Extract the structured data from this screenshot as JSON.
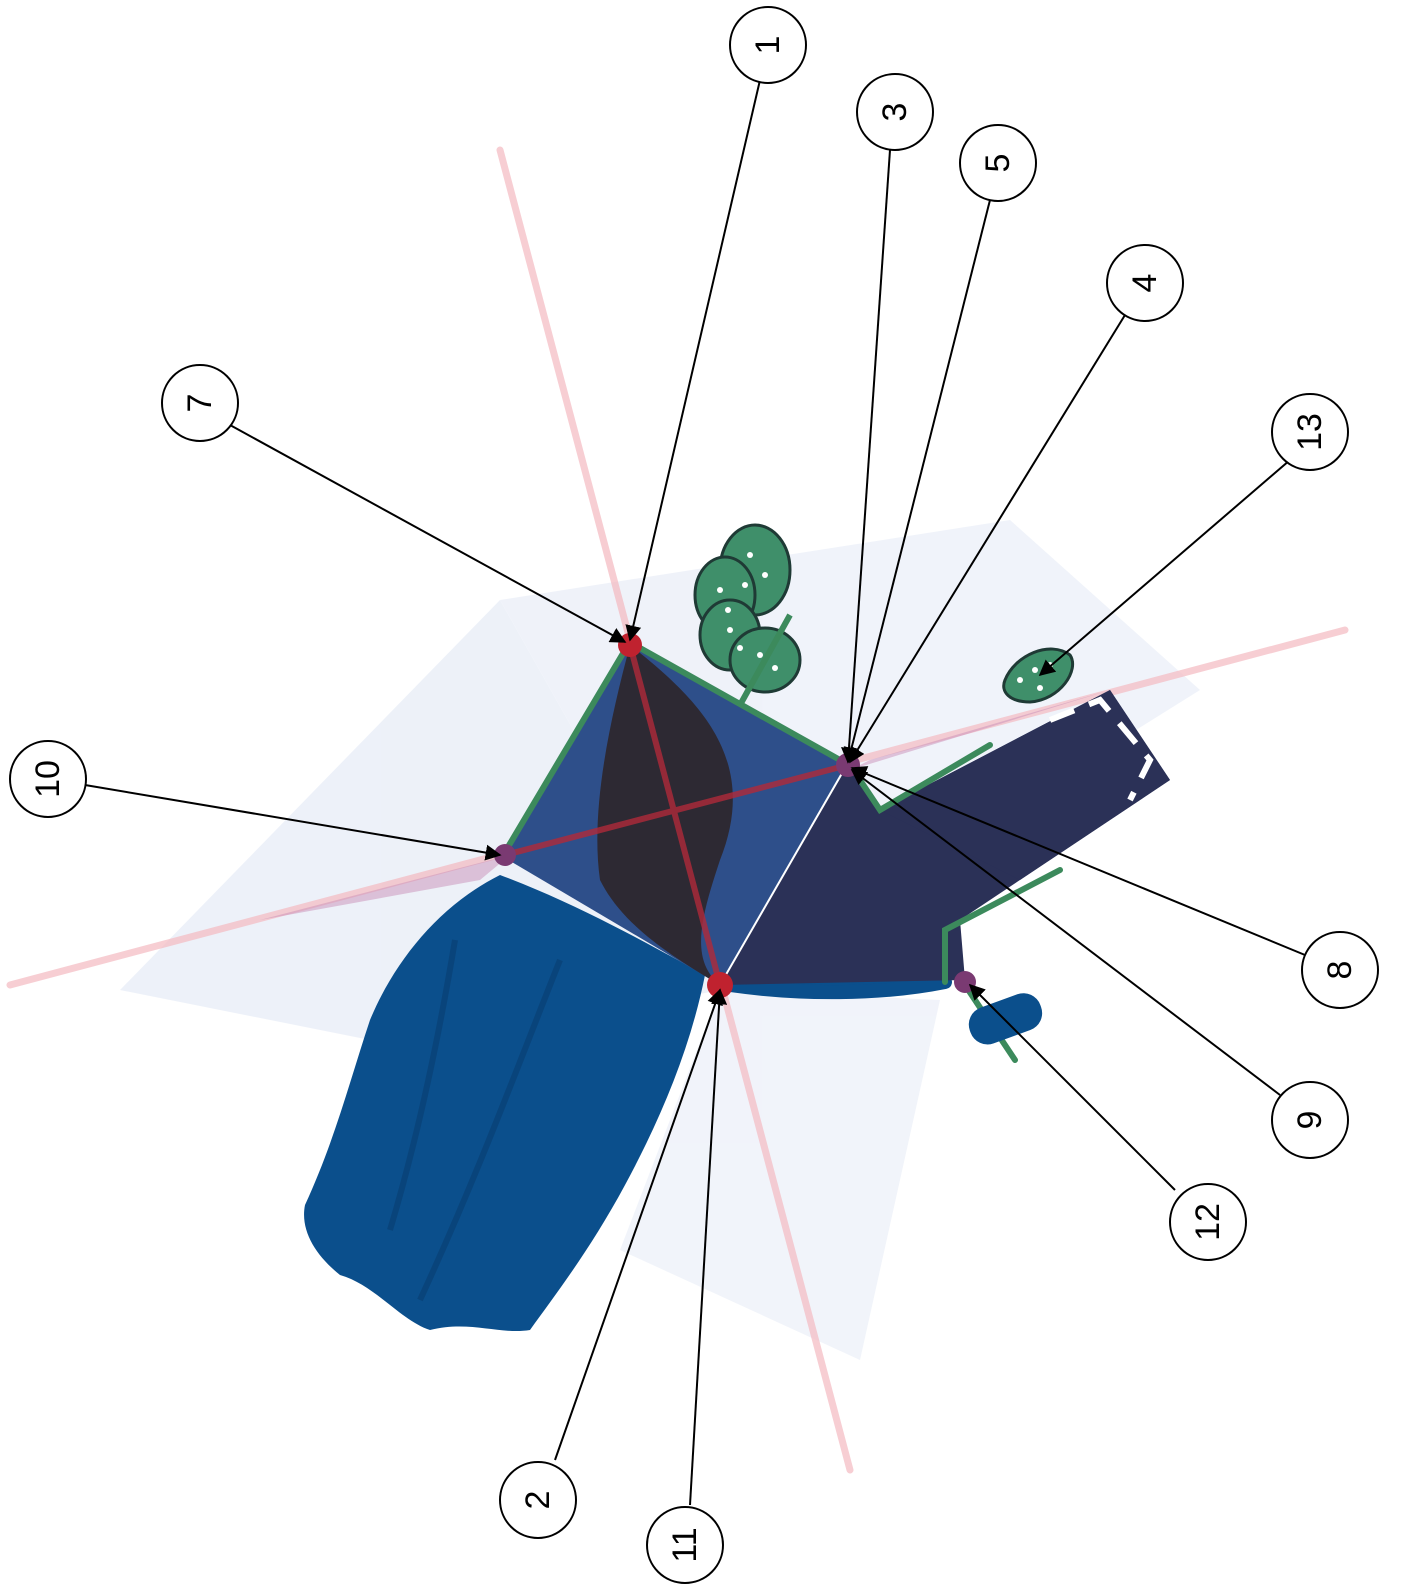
{
  "diagram": {
    "callouts": [
      {
        "id": "c1",
        "label": "1",
        "target": "joint-top"
      },
      {
        "id": "c2",
        "label": "2",
        "target": "joint-bottom"
      },
      {
        "id": "c3",
        "label": "3",
        "target": "joint-right"
      },
      {
        "id": "c4",
        "label": "4",
        "target": "joint-right"
      },
      {
        "id": "c5",
        "label": "5",
        "target": "joint-right"
      },
      {
        "id": "c7",
        "label": "7",
        "target": "joint-top"
      },
      {
        "id": "c8",
        "label": "8",
        "target": "joint-right"
      },
      {
        "id": "c9",
        "label": "9",
        "target": "joint-right"
      },
      {
        "id": "c10",
        "label": "10",
        "target": "joint-left"
      },
      {
        "id": "c11",
        "label": "11",
        "target": "joint-bottom"
      },
      {
        "id": "c12",
        "label": "12",
        "target": "joint-lower-right"
      },
      {
        "id": "c13",
        "label": "13",
        "target": "small-leaf"
      }
    ],
    "colors": {
      "skirt": "#0b4f8c",
      "body_dark": "#2d2933",
      "body_navy": "#2b3157",
      "body_blue": "#2e4f8a",
      "joint_red": "#c0222f",
      "joint_purple": "#7a3a72",
      "leaf_green": "#3f8f6a",
      "edge_green": "#3c8a5c",
      "guide_red": "#f2b8be",
      "guide_blue": "#dde4f2"
    }
  }
}
